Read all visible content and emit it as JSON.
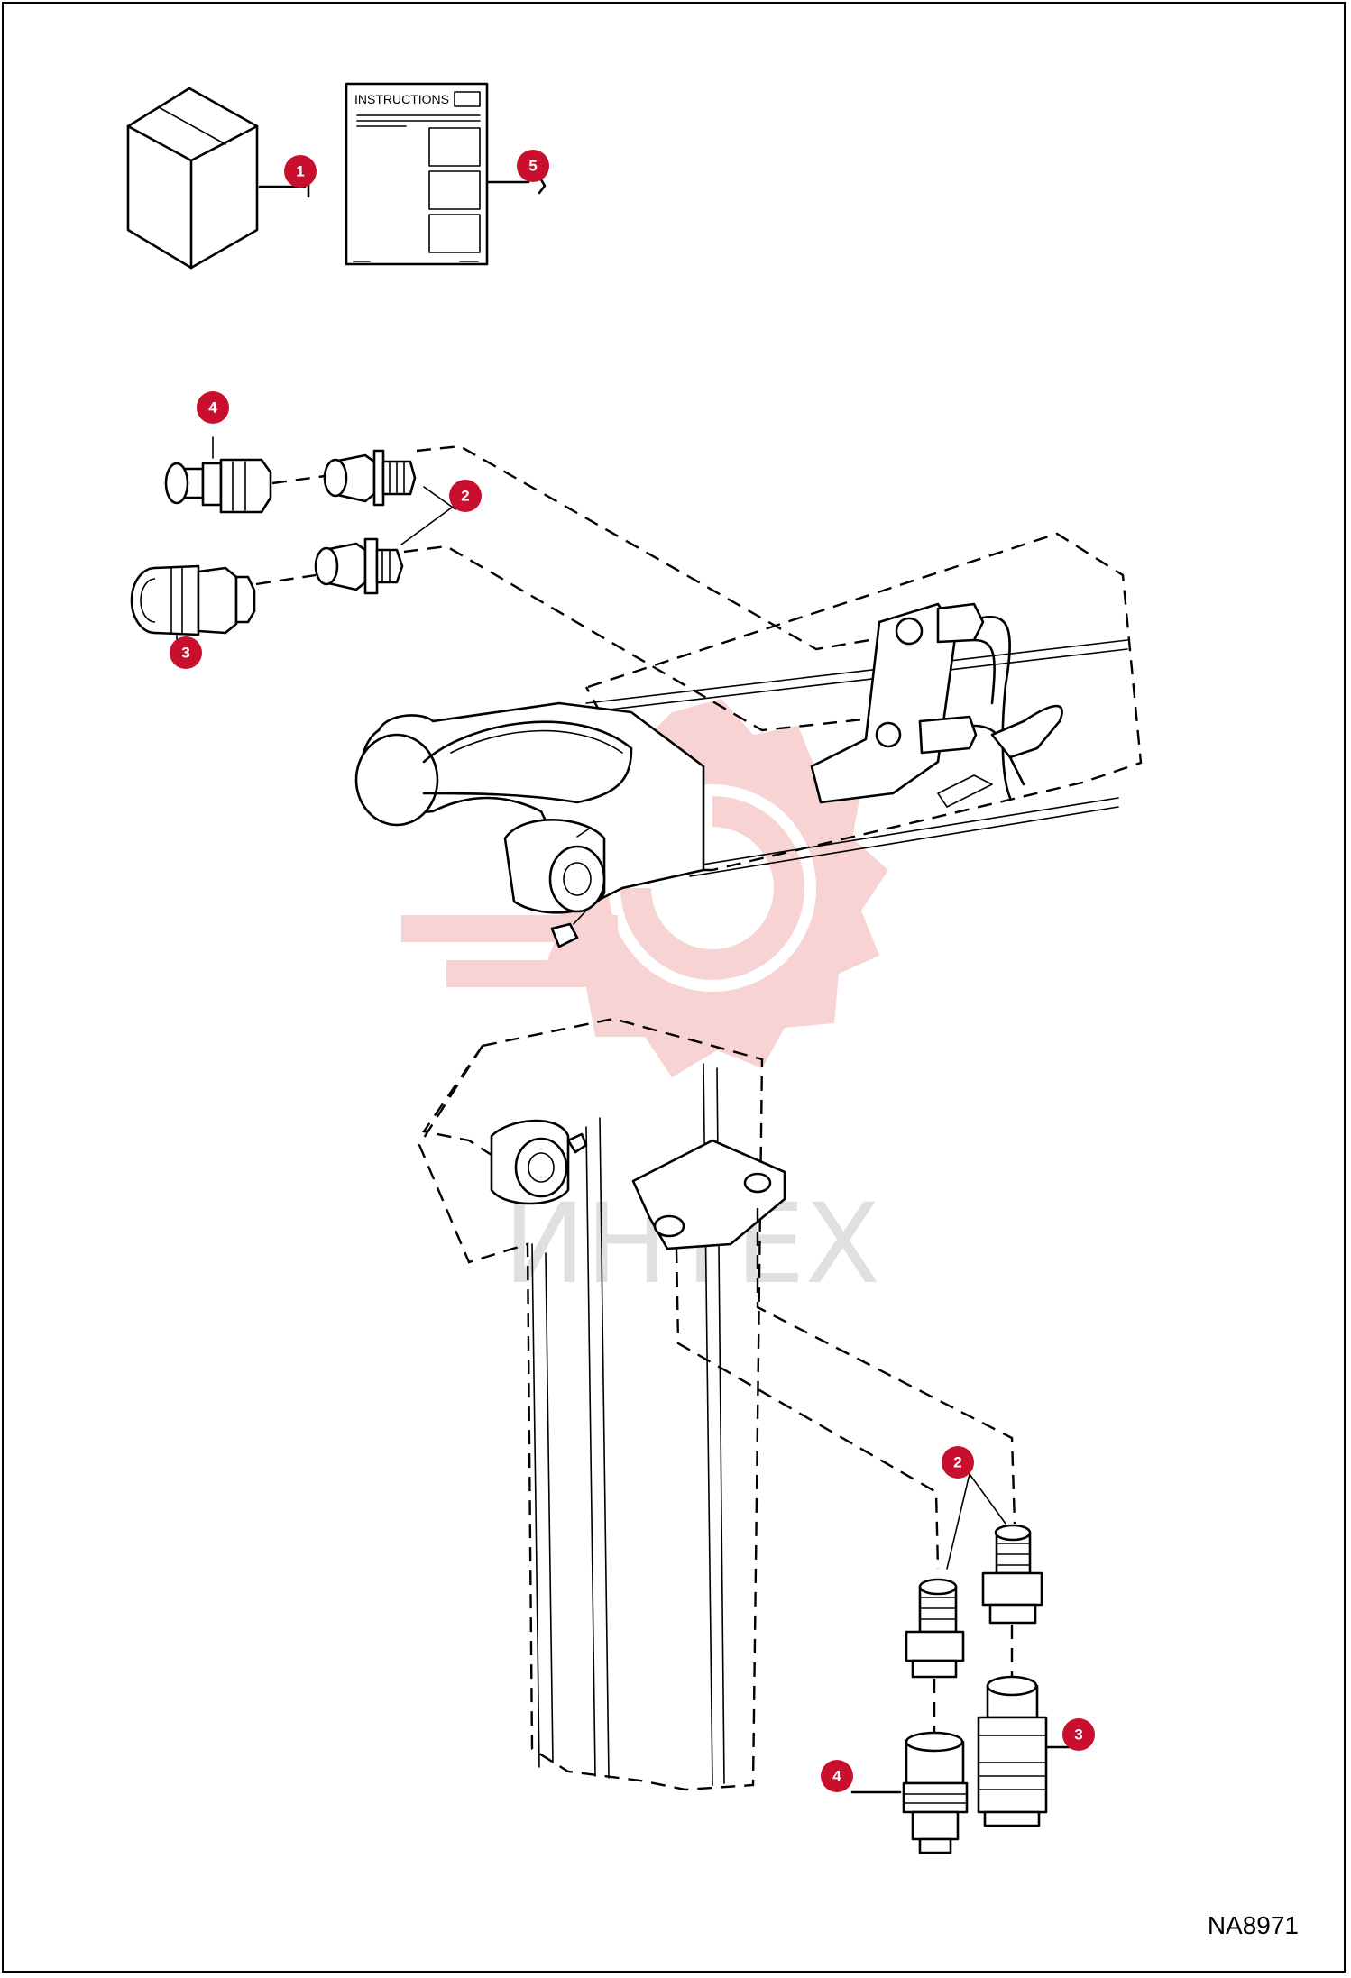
{
  "instructions_heading": "INSTRUCTIONS",
  "drawing_code": "NA8971",
  "watermark_text": "ИНТЕХ",
  "callouts": [
    "1",
    "5",
    "4",
    "2",
    "3",
    "2",
    "3",
    "4"
  ],
  "callout_color": "#c8102e",
  "watermark_color": "#f2a8a8"
}
